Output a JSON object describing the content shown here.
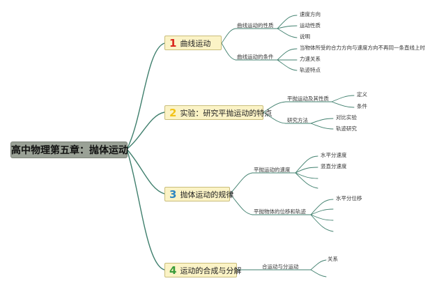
{
  "root": "高中物理第五章：抛体运动",
  "topics": [
    {
      "num": "1",
      "label": "曲线运动",
      "subs": [
        {
          "label": "曲线运动的性质",
          "leaves": [
            "速度方向",
            "运动性质",
            "说明"
          ]
        },
        {
          "label": "曲线运动的条件",
          "leaves": [
            "当物体所受的合力方向与速度方向不再同一条直线上时",
            "力速关系",
            "轨迹特点"
          ]
        }
      ]
    },
    {
      "num": "2",
      "label": "实验：研究平抛运动的特点",
      "subs": [
        {
          "label": "平抛运动及其性质",
          "leaves": [
            "定义",
            "条件"
          ]
        },
        {
          "label": "研究方法",
          "leaves": [
            "对比实验",
            "轨迹研究"
          ]
        }
      ]
    },
    {
      "num": "3",
      "label": "抛体运动的规律",
      "subs": [
        {
          "label": "平抛运动的速度",
          "leaves": [
            "水平分速度",
            "竖直分速度"
          ]
        },
        {
          "label": "平抛物体的位移和轨迹",
          "leaves": [
            "水平分位移"
          ]
        }
      ]
    },
    {
      "num": "4",
      "label": "运动的合成与分解",
      "subs": [
        {
          "label": "合运动与分运动",
          "leaves": [
            "关系"
          ]
        }
      ]
    }
  ],
  "colors": {
    "branch": "#3f7f6d",
    "topic_fill": "#fbf3c6",
    "root_fill": "#9aa196"
  }
}
